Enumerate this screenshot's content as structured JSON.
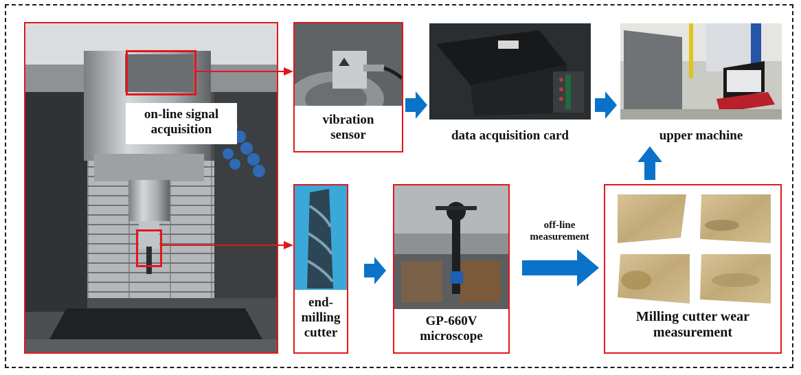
{
  "labels": {
    "online_acq": [
      "on-line signal",
      "acquisition"
    ],
    "vib_sensor": [
      "vibration",
      "sensor"
    ],
    "daq_card": "data acquisition card",
    "upper_machine": "upper machine",
    "end_mill": [
      "end-",
      "milling",
      "cutter"
    ],
    "microscope": [
      "GP-660V",
      "microscope"
    ],
    "offline": [
      "off-line",
      "measurement"
    ],
    "wear": [
      "Milling cutter wear",
      "measurement"
    ]
  },
  "colors": {
    "frame_red": "#e3161b",
    "arrow_blue": "#0a73c9",
    "dashed_border": "#1a1a1a"
  }
}
